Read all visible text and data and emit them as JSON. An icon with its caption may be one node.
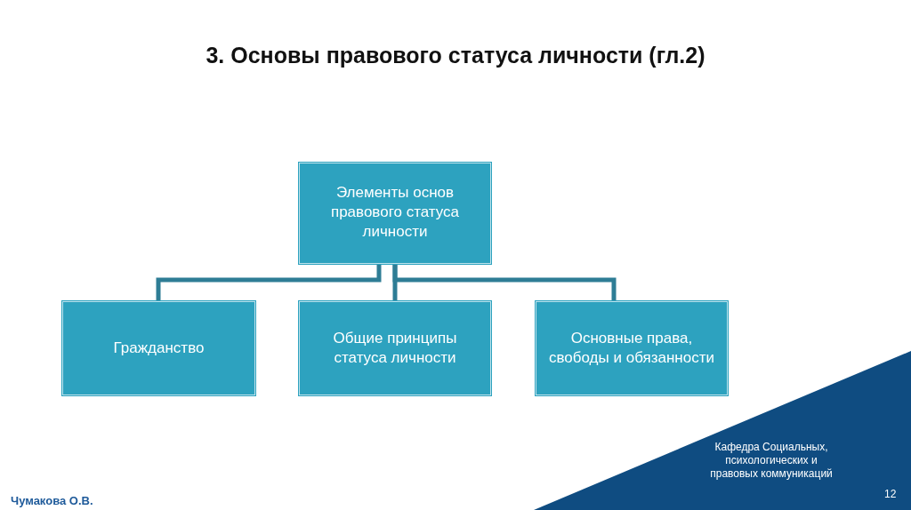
{
  "diagram": {
    "title": "3. Основы правового статуса личности (гл.2)",
    "nodes": [
      {
        "text": [
          "Элементы основ правового статуса личности"
        ]
      },
      {
        "text": [
          "Гражданство"
        ]
      },
      {
        "text": [
          "Общие принципы статуса личности"
        ]
      },
      {
        "text": [
          "Основные права, свободы и обязанности"
        ]
      }
    ],
    "edges": [
      {
        "from": 0,
        "to": 1,
        "arrow": "none"
      },
      {
        "from": 0,
        "to": 2,
        "arrow": "none"
      },
      {
        "from": 0,
        "to": 3,
        "arrow": "none"
      }
    ],
    "labels": [
      "Кафедра Социальных, психологических и правовых коммуникаций",
      "12",
      "Чумакова О.В."
    ]
  }
}
